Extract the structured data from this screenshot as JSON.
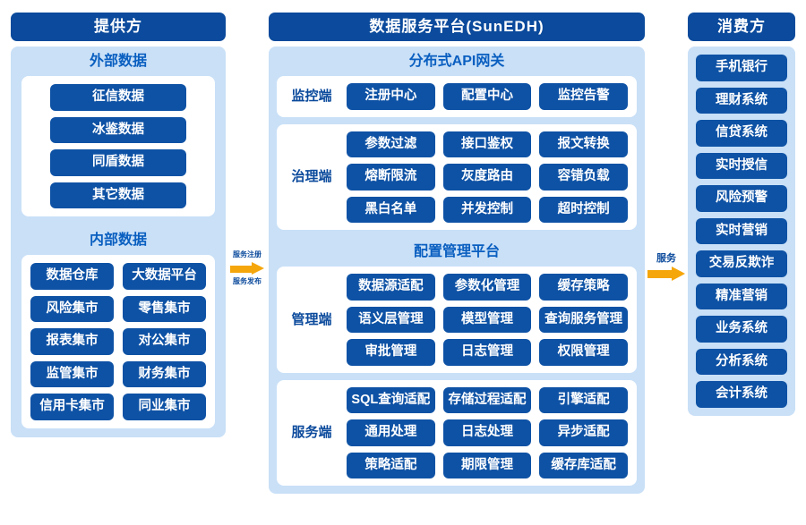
{
  "colors": {
    "header_bar": "#0b4a9c",
    "panel_bg": "#c9e0f7",
    "pill_bg": "#0e52a5",
    "section_title": "#0a5fc0",
    "arrow": "#f5a60b",
    "card_bg": "#ffffff",
    "page_bg": "#ffffff"
  },
  "left": {
    "header": "提供方",
    "sections": [
      {
        "title": "外部数据",
        "layout": "single-column",
        "items": [
          "征信数据",
          "冰鉴数据",
          "同盾数据",
          "其它数据"
        ]
      },
      {
        "title": "内部数据",
        "layout": "two-column",
        "items": [
          "数据仓库",
          "大数据平台",
          "风险集市",
          "零售集市",
          "报表集市",
          "对公集市",
          "监管集市",
          "财务集市",
          "信用卡集市",
          "同业集市"
        ]
      }
    ]
  },
  "arrow_left": {
    "label_top": "服务注册",
    "label_bottom": "服务发布",
    "icon": "arrow-right-icon"
  },
  "arrow_right": {
    "label_top": "服务",
    "icon": "arrow-right-icon"
  },
  "middle": {
    "header": "数据服务平台(SunEDH)",
    "sections": [
      {
        "title": "分布式API网关",
        "rows": [
          {
            "label": "监控端",
            "items": [
              "注册中心",
              "配置中心",
              "监控告警"
            ]
          },
          {
            "label": "治理端",
            "items": [
              "参数过滤",
              "接口鉴权",
              "报文转换",
              "熔断限流",
              "灰度路由",
              "容错负载",
              "黑白名单",
              "并发控制",
              "超时控制"
            ]
          }
        ]
      },
      {
        "title": "配置管理平台",
        "rows": [
          {
            "label": "管理端",
            "items": [
              "数据源适配",
              "参数化管理",
              "缓存策略",
              "语义层管理",
              "模型管理",
              "查询服务管理",
              "审批管理",
              "日志管理",
              "权限管理"
            ]
          },
          {
            "label": "服务端",
            "items": [
              "SQL查询适配",
              "存储过程适配",
              "引擎适配",
              "通用处理",
              "日志处理",
              "异步适配",
              "策略适配",
              "期限管理",
              "缓存库适配"
            ]
          }
        ]
      }
    ]
  },
  "right": {
    "header": "消费方",
    "items": [
      "手机银行",
      "理财系统",
      "信贷系统",
      "实时授信",
      "风险预警",
      "实时营销",
      "交易反欺诈",
      "精准营销",
      "业务系统",
      "分析系统",
      "会计系统"
    ]
  }
}
